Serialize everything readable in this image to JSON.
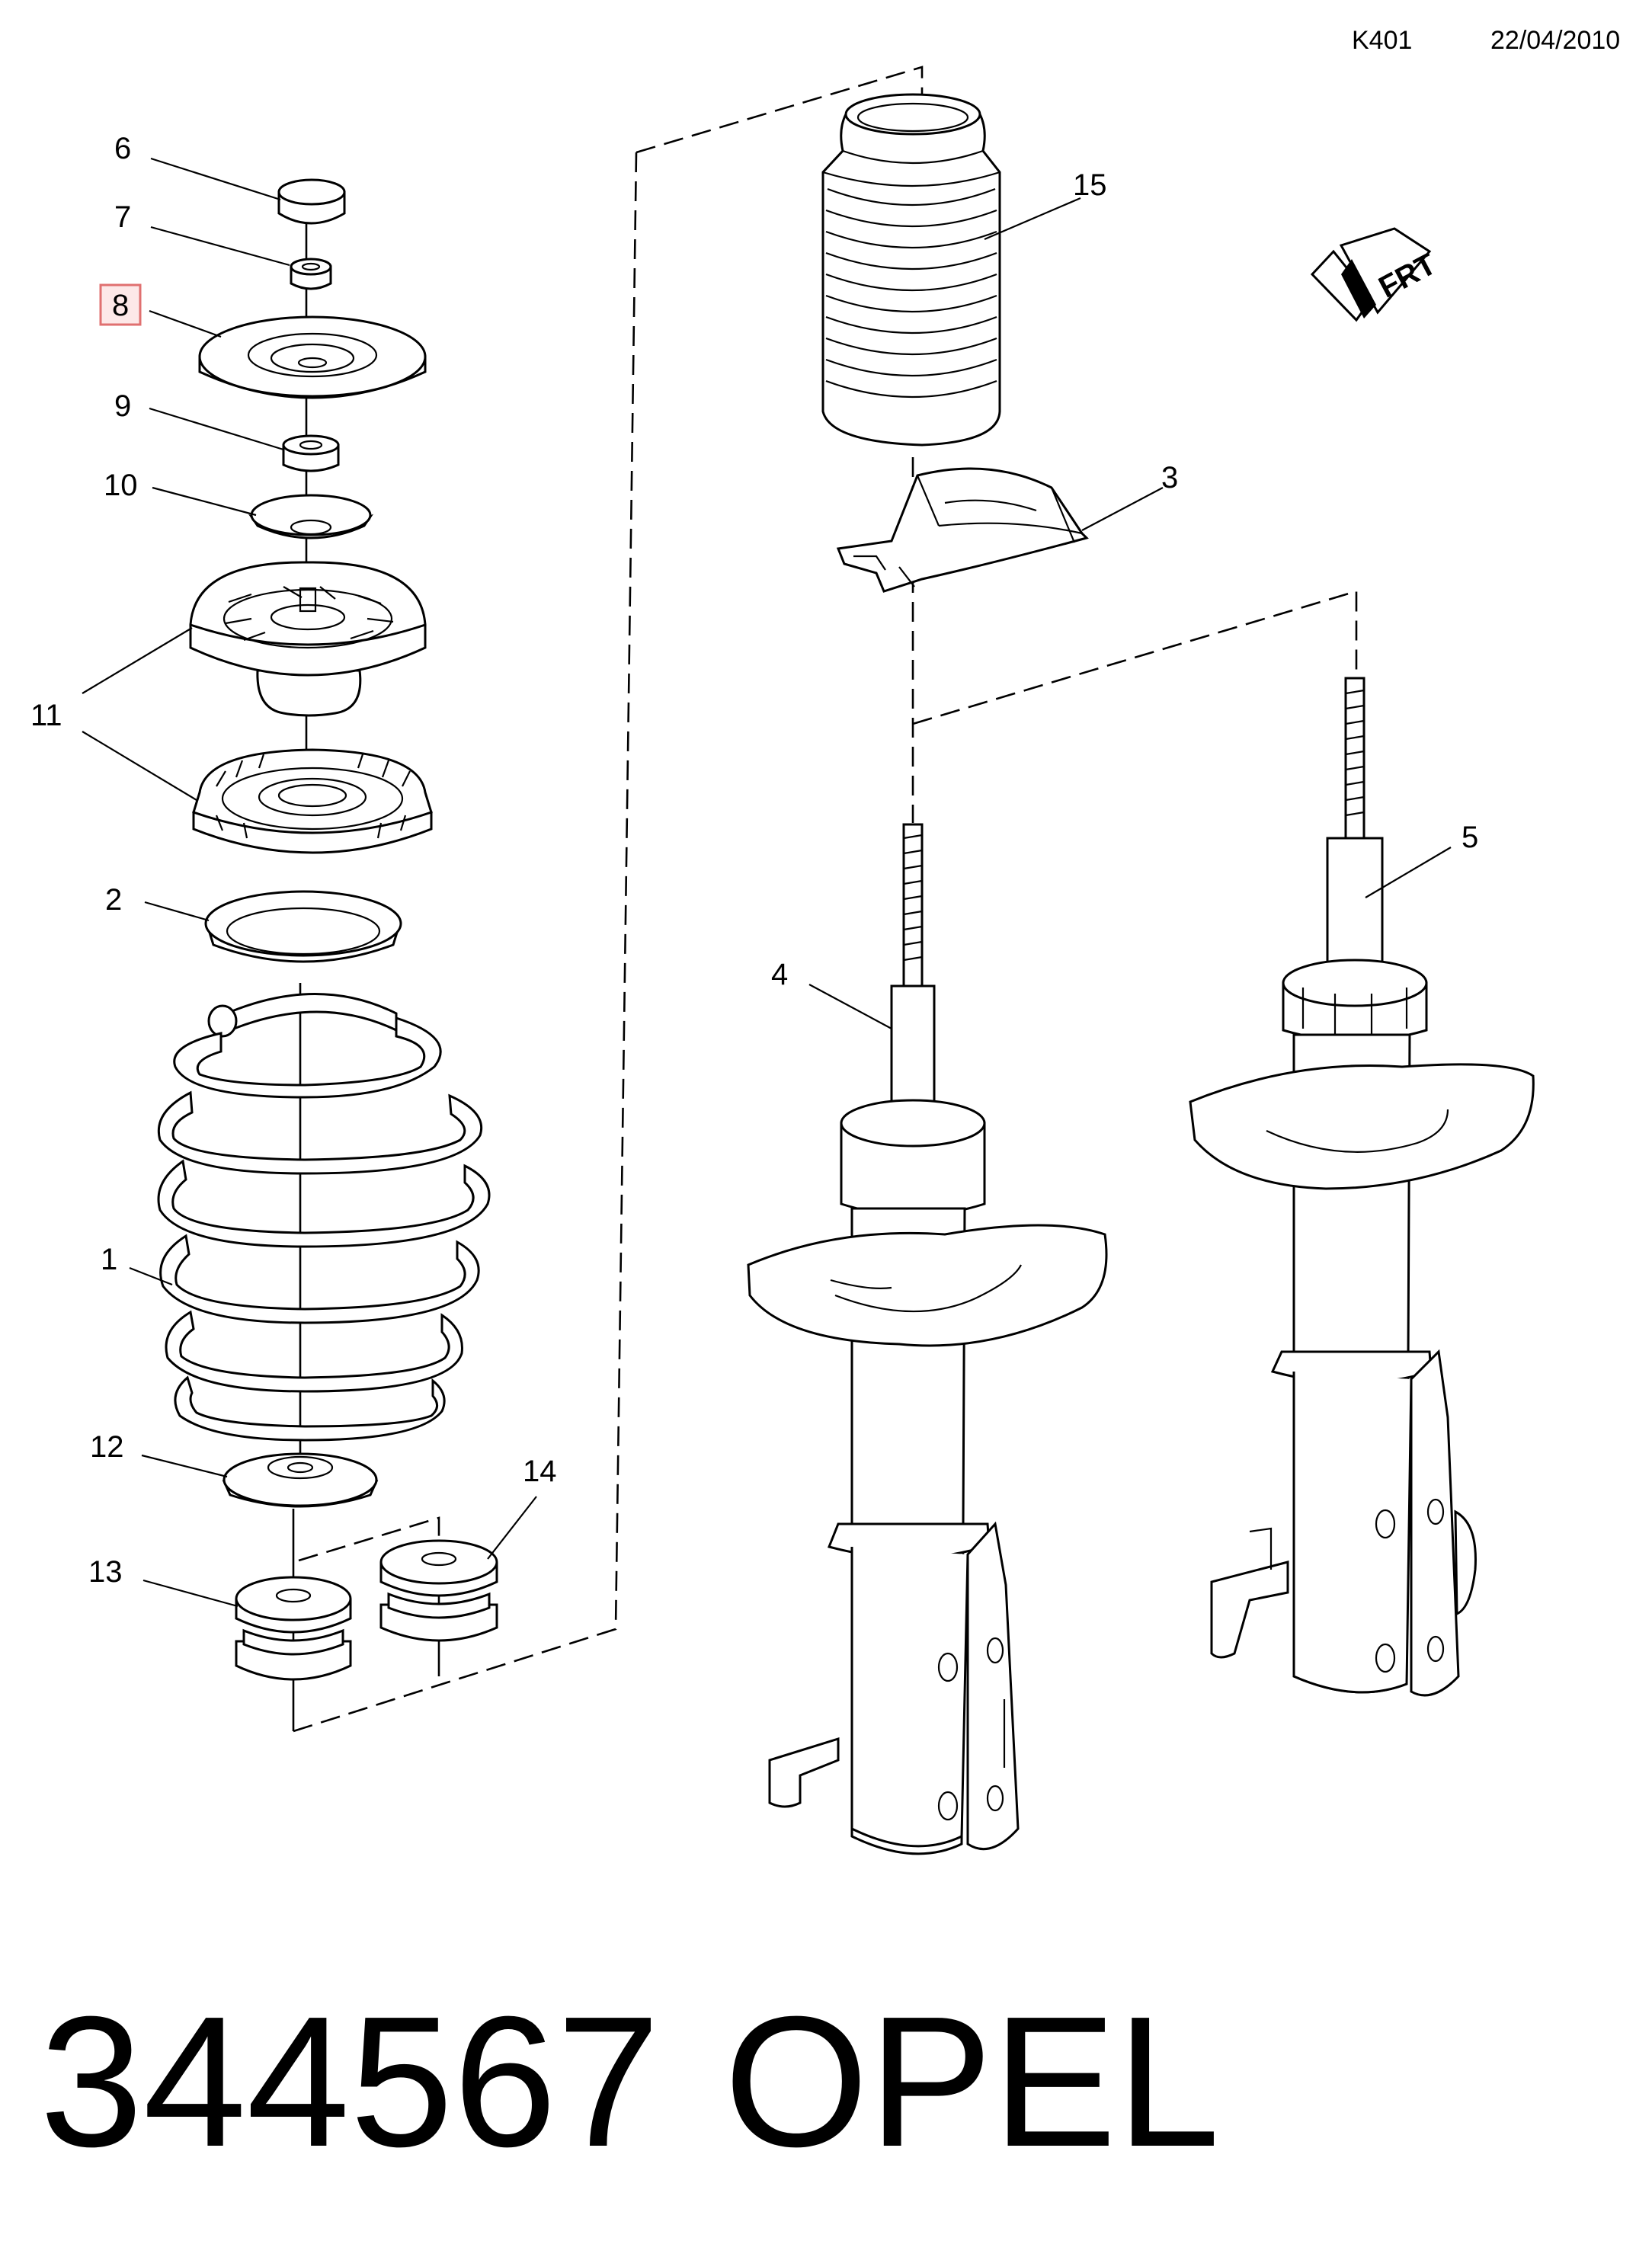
{
  "header": {
    "code": "K401",
    "date": "22/04/2010"
  },
  "callouts": {
    "c1": "1",
    "c2": "2",
    "c3": "3",
    "c4": "4",
    "c5": "5",
    "c6": "6",
    "c7": "7",
    "c8": "8",
    "c9": "9",
    "c10": "10",
    "c11": "11",
    "c12": "12",
    "c13": "13",
    "c14": "14",
    "c15": "15"
  },
  "highlighted_callout": "8",
  "direction_marker": "FRT",
  "footer": {
    "part_number": "344567",
    "brand": "OPEL"
  },
  "colors": {
    "highlight_border": "#e07070",
    "highlight_fill": "#fde8e8"
  }
}
